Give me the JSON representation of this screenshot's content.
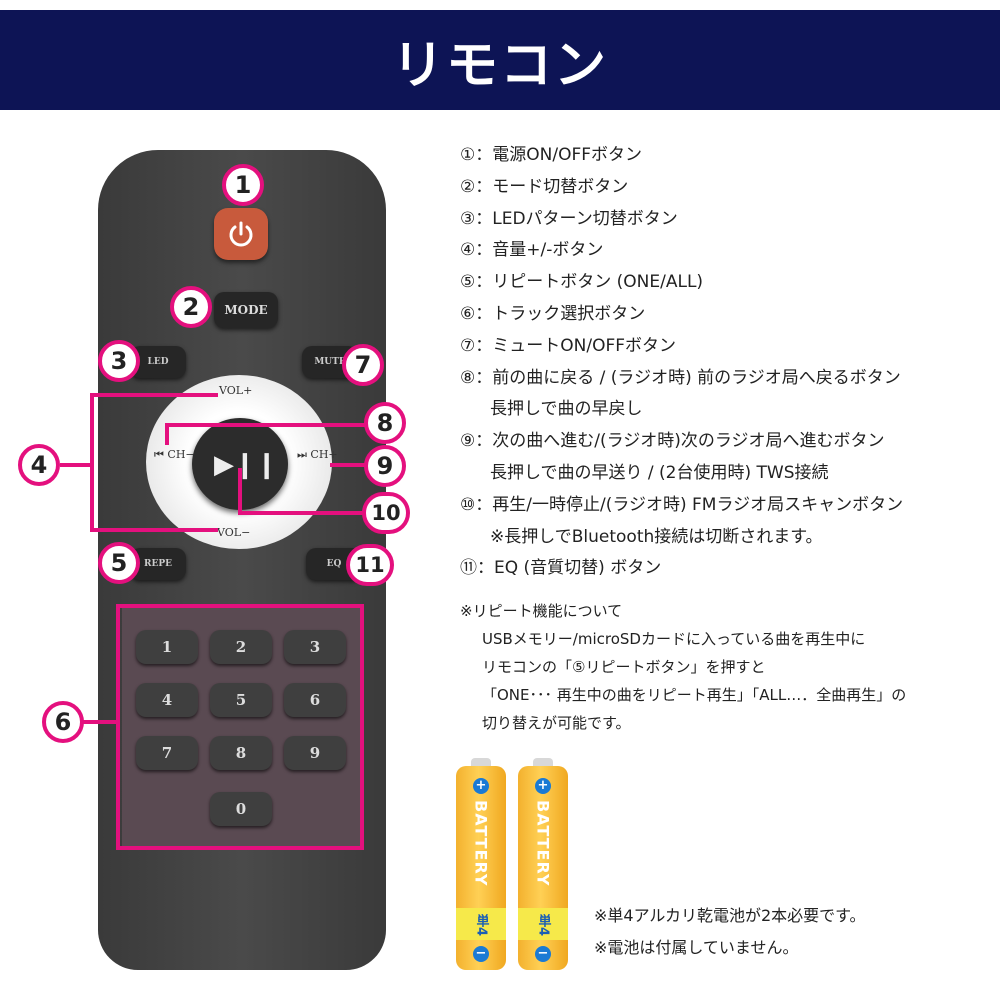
{
  "header": {
    "title": "リモコン"
  },
  "remote": {
    "mode_label": "MODE",
    "led_label": "LED",
    "mute_label": "MUTE",
    "repe_label": "REPE",
    "eq_label": "EQ",
    "vol_plus": "VOL+",
    "vol_minus": "VOL−",
    "ch_minus": "⏮ CH−",
    "ch_plus": "⏭ CH+",
    "play_glyph": "▶❙❙",
    "keys": [
      "1",
      "2",
      "3",
      "4",
      "5",
      "6",
      "7",
      "8",
      "9",
      "0"
    ]
  },
  "badges": [
    "1",
    "2",
    "3",
    "4",
    "5",
    "6",
    "7",
    "8",
    "9",
    "10",
    "11"
  ],
  "features": [
    "①：電源ON/OFFボタン",
    "②：モード切替ボタン",
    "③：LEDパターン切替ボタン",
    "④：音量+/-ボタン",
    "⑤：リピートボタン (ONE/ALL)",
    "⑥：トラック選択ボタン",
    "⑦：ミュートON/OFFボタン",
    "⑧：前の曲に戻る / (ラジオ時) 前のラジオ局へ戻るボタン",
    "長押しで曲の早戻し",
    "⑨：次の曲へ進む/(ラジオ時)次のラジオ局へ進むボタン",
    "長押しで曲の早送り / (2台使用時) TWS接続",
    "⑩：再生/一時停止/(ラジオ時) FMラジオ局スキャンボタン",
    "※長押しでBluetooth接続は切断されます。",
    "⑪：EQ (音質切替) ボタン"
  ],
  "repeat_note": [
    "※リピート機能について",
    "USBメモリー/microSDカードに入っている曲を再生中に",
    "リモコンの「⑤リピートボタン」を押すと",
    "「ONE･･･ 再生中の曲をリピート再生」「ALL…．全曲再生」の",
    "切り替えが可能です。"
  ],
  "battery": {
    "label": "BATTERY",
    "type": "単4",
    "plus": "+",
    "minus": "−"
  },
  "battery_notes": [
    "※単4アルカリ乾電池が2本必要です。",
    "※電池は付属していません。"
  ],
  "colors": {
    "header_bg": "#0d1455",
    "accent_magenta": "#e4107e",
    "power_button": "#c85a3c"
  }
}
